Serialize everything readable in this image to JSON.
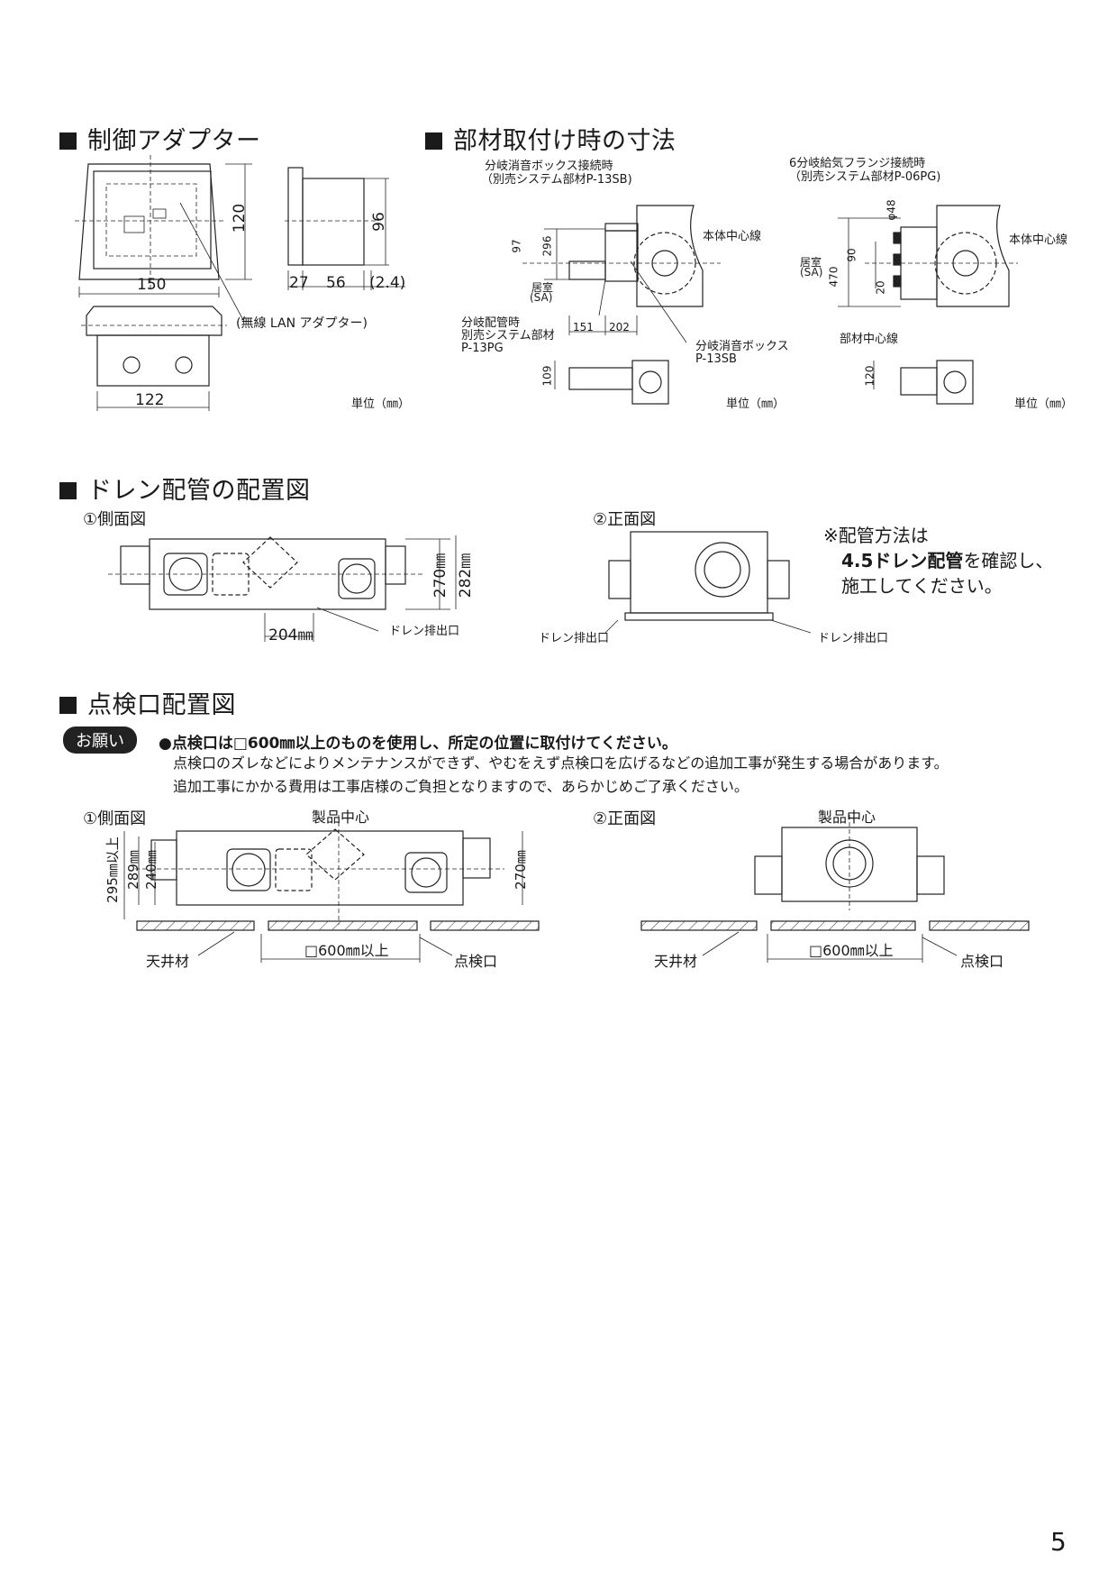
{
  "sections": {
    "adapter": {
      "title": "制御アダプター",
      "dims": {
        "d150": "150",
        "d120": "120",
        "d27": "27",
        "d56": "56",
        "d24": "(2.4)",
        "d96": "96",
        "d122": "122"
      },
      "callout": "(無線 LAN アダプター)",
      "unit": "単位（㎜）"
    },
    "mount": {
      "title": "部材取付け時の寸法",
      "left": {
        "caption1": "分岐消音ボックス接続時",
        "caption2": "（別売システム部材P-13SB)",
        "d97": "97",
        "d296": "296",
        "room1": "居室",
        "room2": "(SA)",
        "branch1": "分岐配管時",
        "branch2": "別売システム部材",
        "branch3": "P-13PG",
        "d151": "151",
        "d202": "202",
        "center": "本体中心線",
        "box1": "分岐消音ボックス",
        "box2": "P-13SB",
        "d109": "109",
        "unit": "単位（㎜）"
      },
      "right": {
        "caption1": "6分岐給気フランジ接続時",
        "caption2": "（別売システム部材P-06PG)",
        "phi": "φ48",
        "room1": "居室",
        "room2": "(SA)",
        "d470": "470",
        "d90": "90",
        "d20": "20",
        "center": "本体中心線",
        "part_center": "部材中心線",
        "d120": "120",
        "unit": "単位（㎜）"
      }
    },
    "drain": {
      "title": "ドレン配管の配置図",
      "side": "①側面図",
      "front": "②正面図",
      "d270": "270㎜",
      "d282": "282㎜",
      "d204": "204㎜",
      "outlet": "ドレン排出口",
      "note1": "※配管方法は",
      "note2_bold": "4.5ドレン配管",
      "note2_rest": "を確認し、",
      "note3": "施工してください。"
    },
    "inspection": {
      "title": "点検口配置図",
      "badge": "お願い",
      "req_main": "●点検口は□600㎜以上のものを使用し、所定の位置に取付けてください。",
      "req_line2": "点検口のズレなどによりメンテナンスができず、やむをえず点検口を広げるなどの追加工事が発生する場合があります。",
      "req_line3": "追加工事にかかる費用は工事店様のご負担となりますので、あらかじめご了承ください。",
      "side": "①側面図",
      "front": "②正面図",
      "center": "製品中心",
      "d295": "295㎜以上",
      "d289": "289㎜",
      "d240": "240㎜",
      "d270": "270㎜",
      "ceiling": "天井材",
      "opening": "□600㎜以上",
      "hatch_label": "点検口"
    }
  },
  "page_number": "5"
}
